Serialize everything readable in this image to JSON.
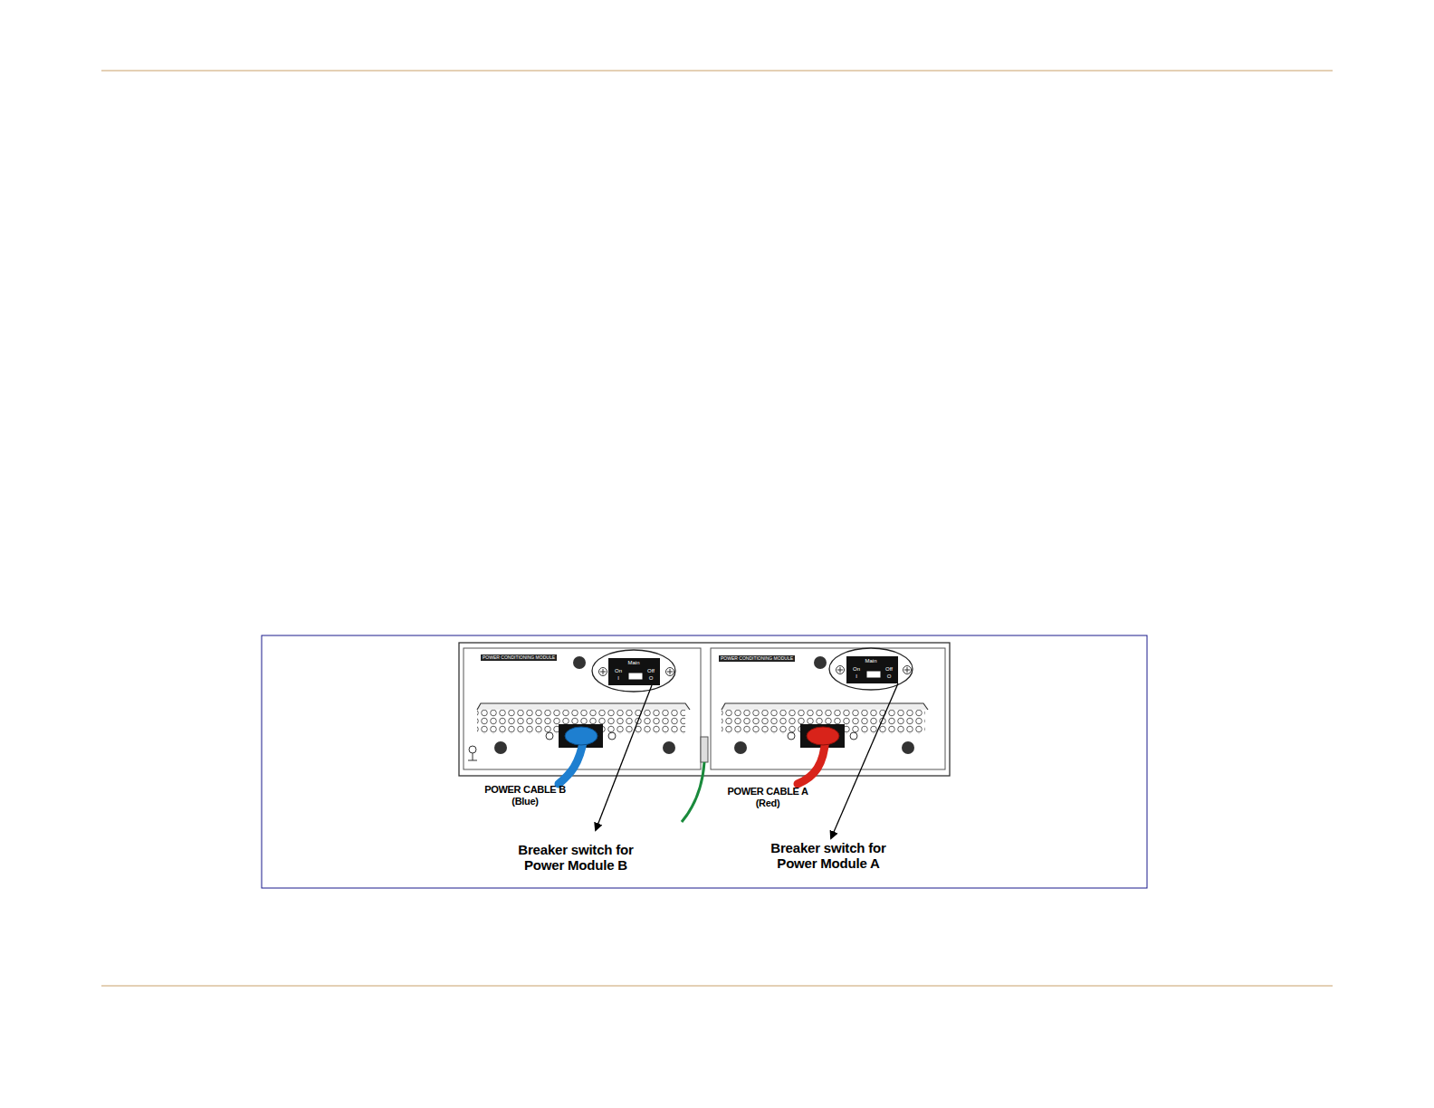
{
  "diagram": {
    "labels": [
      "POWER CONDITIONING MODULE",
      "Main",
      "On",
      "I",
      "Off",
      "O",
      "POWER CONDITIONING MODULE",
      "Main",
      "On",
      "I",
      "Off",
      "O",
      "POWER CABLE B (Blue)",
      "POWER CABLE A (Red)",
      "Breaker switch for Power Module B",
      "Breaker switch for Power Module A"
    ]
  }
}
